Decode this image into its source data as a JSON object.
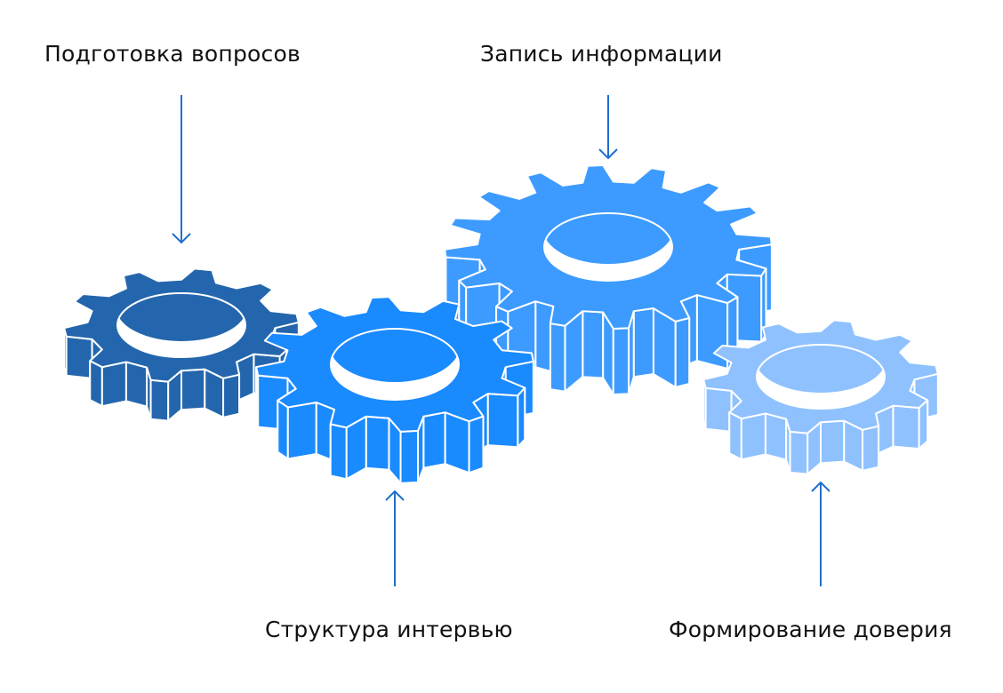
{
  "labels": {
    "prep": "Подготовка вопросов",
    "record": "Запись информации",
    "structure": "Структура интервью",
    "trust": "Формирование доверия"
  },
  "colors": {
    "arrow": "#1f6fcf",
    "stroke": "#ffffff",
    "gear_prep": "#2466ad",
    "gear_structure": "#1a8aff",
    "gear_record": "#3d9bff",
    "gear_trust": "#8fc1ff"
  },
  "gears": [
    {
      "id": "prep",
      "teeth": 10,
      "color_key": "gear_prep"
    },
    {
      "id": "record",
      "teeth": 16,
      "color_key": "gear_record"
    },
    {
      "id": "structure",
      "teeth": 12,
      "color_key": "gear_structure"
    },
    {
      "id": "trust",
      "teeth": 10,
      "color_key": "gear_trust"
    }
  ]
}
